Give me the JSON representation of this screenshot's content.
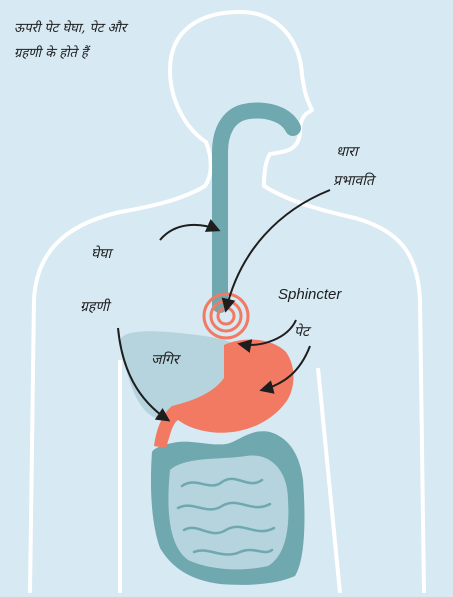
{
  "title_lines": [
    "ऊपरी पेट घेघा, पेट और",
    "ग्रहणी के होते हैं"
  ],
  "labels": {
    "esophagus": "घेघा",
    "duodenum": "ग्रहणी",
    "liver": "जगिर",
    "stomach": "पेट",
    "sphincter": "Sphincter",
    "affected_line1": "धारा",
    "affected_line2": "प्रभावति"
  },
  "colors": {
    "background": "#d7e9f3",
    "body_outline": "#ffffff",
    "esophagus": "#6fa8ae",
    "stomach": "#f27a63",
    "liver": "#b5d4de",
    "intestine": "#6fa8ae",
    "sphincter_rings": "#f27a63"
  }
}
